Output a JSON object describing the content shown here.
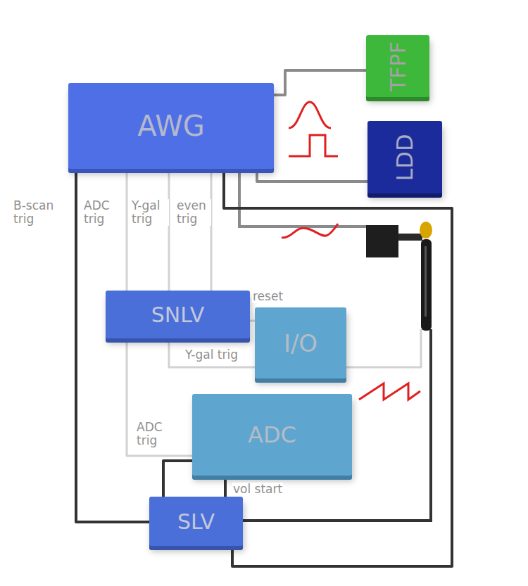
{
  "diagram": {
    "nodes": [
      {
        "text": [
          "AWG"
        ]
      },
      {
        "text": [
          "TFPF"
        ]
      },
      {
        "text": [
          "LDD"
        ]
      },
      {
        "text": [
          "SNLV"
        ]
      },
      {
        "text": [
          "I/O"
        ]
      },
      {
        "text": [
          "ADC"
        ]
      },
      {
        "text": [
          "SLV"
        ]
      }
    ],
    "edges": [
      {
        "from": 0,
        "to": 1,
        "arrow": "none"
      },
      {
        "from": 0,
        "to": 2,
        "arrow": "none"
      },
      {
        "from": 0,
        "to": 6,
        "label": "B-scan trig",
        "arrow": "none"
      },
      {
        "from": 0,
        "to": 3,
        "label": "ADC trig",
        "arrow": "none"
      },
      {
        "from": 0,
        "to": 3,
        "label": "Y-gal trig",
        "arrow": "none"
      },
      {
        "from": 0,
        "to": 3,
        "label": "even trig",
        "arrow": "none"
      },
      {
        "from": 0,
        "to": 6,
        "arrow": "none"
      },
      {
        "from": 3,
        "to": 4,
        "label": "reset",
        "arrow": "none"
      },
      {
        "from": 3,
        "to": 4,
        "label": "Y-gal trig",
        "arrow": "none"
      },
      {
        "from": 3,
        "to": 5,
        "label": "ADC trig",
        "arrow": "none"
      },
      {
        "from": 5,
        "to": 6,
        "arrow": "none"
      },
      {
        "from": 5,
        "to": 6,
        "label": "vol start",
        "arrow": "none"
      }
    ]
  }
}
